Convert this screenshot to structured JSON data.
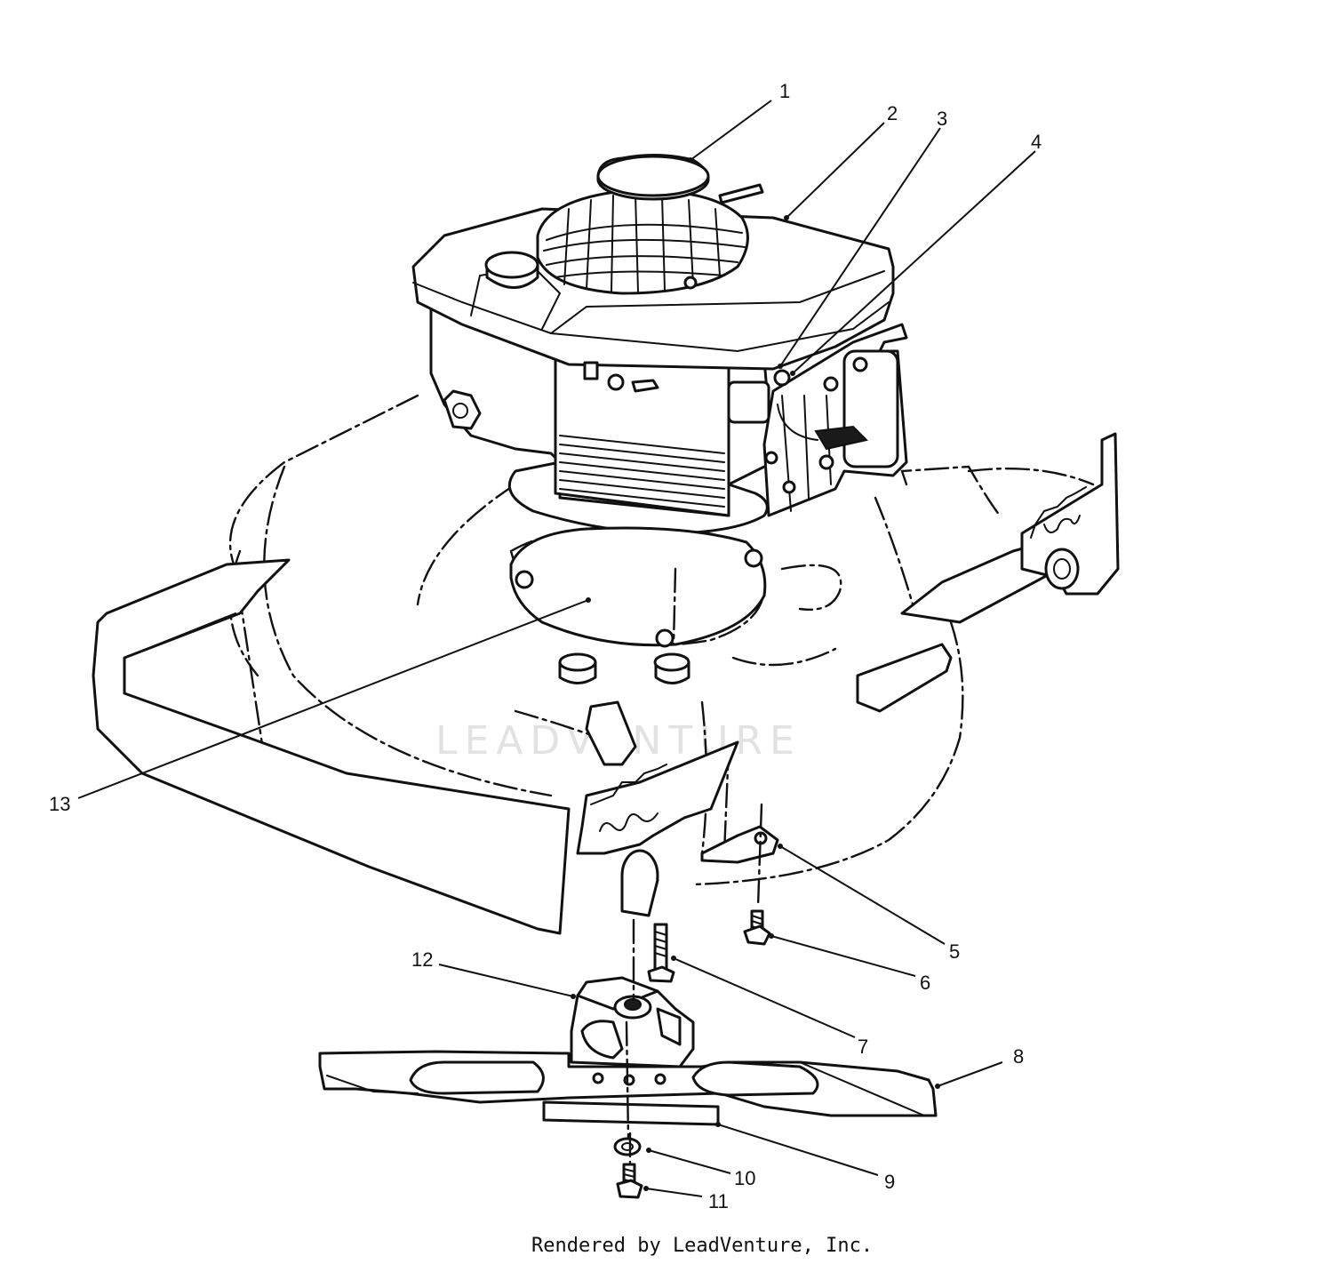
{
  "watermark": "LEADVENTURE",
  "footer": {
    "credit": "Rendered by LeadVenture, Inc."
  },
  "callouts": [
    {
      "id": "1",
      "label": "1"
    },
    {
      "id": "2",
      "label": "2"
    },
    {
      "id": "3",
      "label": "3"
    },
    {
      "id": "4",
      "label": "4"
    },
    {
      "id": "5",
      "label": "5"
    },
    {
      "id": "6",
      "label": "6"
    },
    {
      "id": "7",
      "label": "7"
    },
    {
      "id": "8",
      "label": "8"
    },
    {
      "id": "9",
      "label": "9"
    },
    {
      "id": "10",
      "label": "10"
    },
    {
      "id": "11",
      "label": "11"
    },
    {
      "id": "12",
      "label": "12"
    },
    {
      "id": "13",
      "label": "13"
    }
  ]
}
